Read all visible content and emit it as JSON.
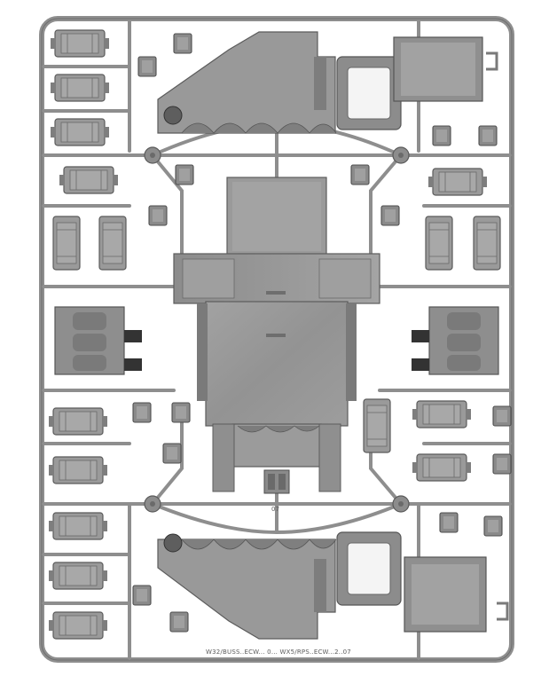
{
  "image": {
    "subject": "plastic model kit sprue",
    "palette": {
      "background": "#ffffff",
      "frame": "#8e8e8e",
      "frame_edge": "#6e6e6e",
      "part_light": "#a9a9a9",
      "part_mid": "#969696",
      "part_dark": "#7a7a7a",
      "shadow": "#4a4a4a",
      "window": "#f4f4f4"
    }
  },
  "sprue": {
    "bottom_code": "W32/BUSS..ECW... 0... WX5/RPS..ECW...2..07",
    "tag": "07"
  }
}
